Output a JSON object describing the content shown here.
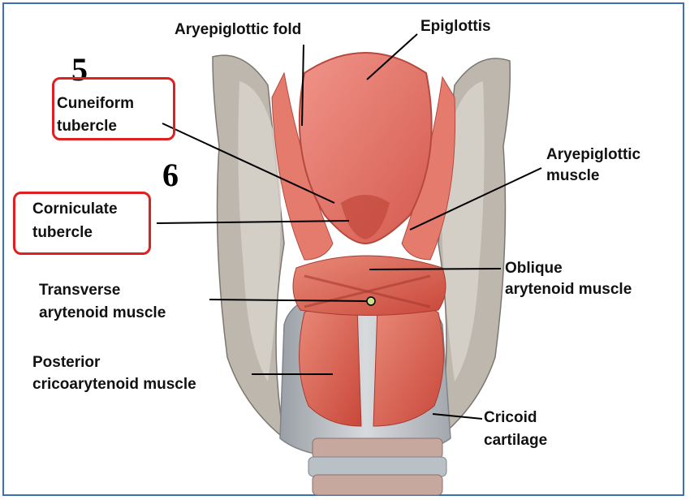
{
  "labels": {
    "aryepiglottic_fold": "Aryepiglottic fold",
    "epiglottis": "Epiglottis",
    "cuneiform_line1": "Cuneiform",
    "cuneiform_line2": "tubercle",
    "aryepiglottic_muscle_line1": "Aryepiglottic",
    "aryepiglottic_muscle_line2": "muscle",
    "corniculate_line1": "Corniculate",
    "corniculate_line2": "tubercle",
    "oblique_line1": "Oblique",
    "oblique_line2": "arytenoid muscle",
    "transverse_line1": "Transverse",
    "transverse_line2": "arytenoid muscle",
    "posterior_line1": "Posterior",
    "posterior_line2": "cricoarytenoid muscle",
    "cricoid_line1": "Cricoid",
    "cricoid_line2": "cartilage"
  },
  "markers": {
    "number_5": "5",
    "number_6": "6"
  },
  "colors": {
    "highlight_box": "#e02020",
    "frame_border": "#3b6fb6",
    "muscle": "#d9604f",
    "cartilage": "#c9cdd2",
    "epiglottis": "#e8776a"
  }
}
